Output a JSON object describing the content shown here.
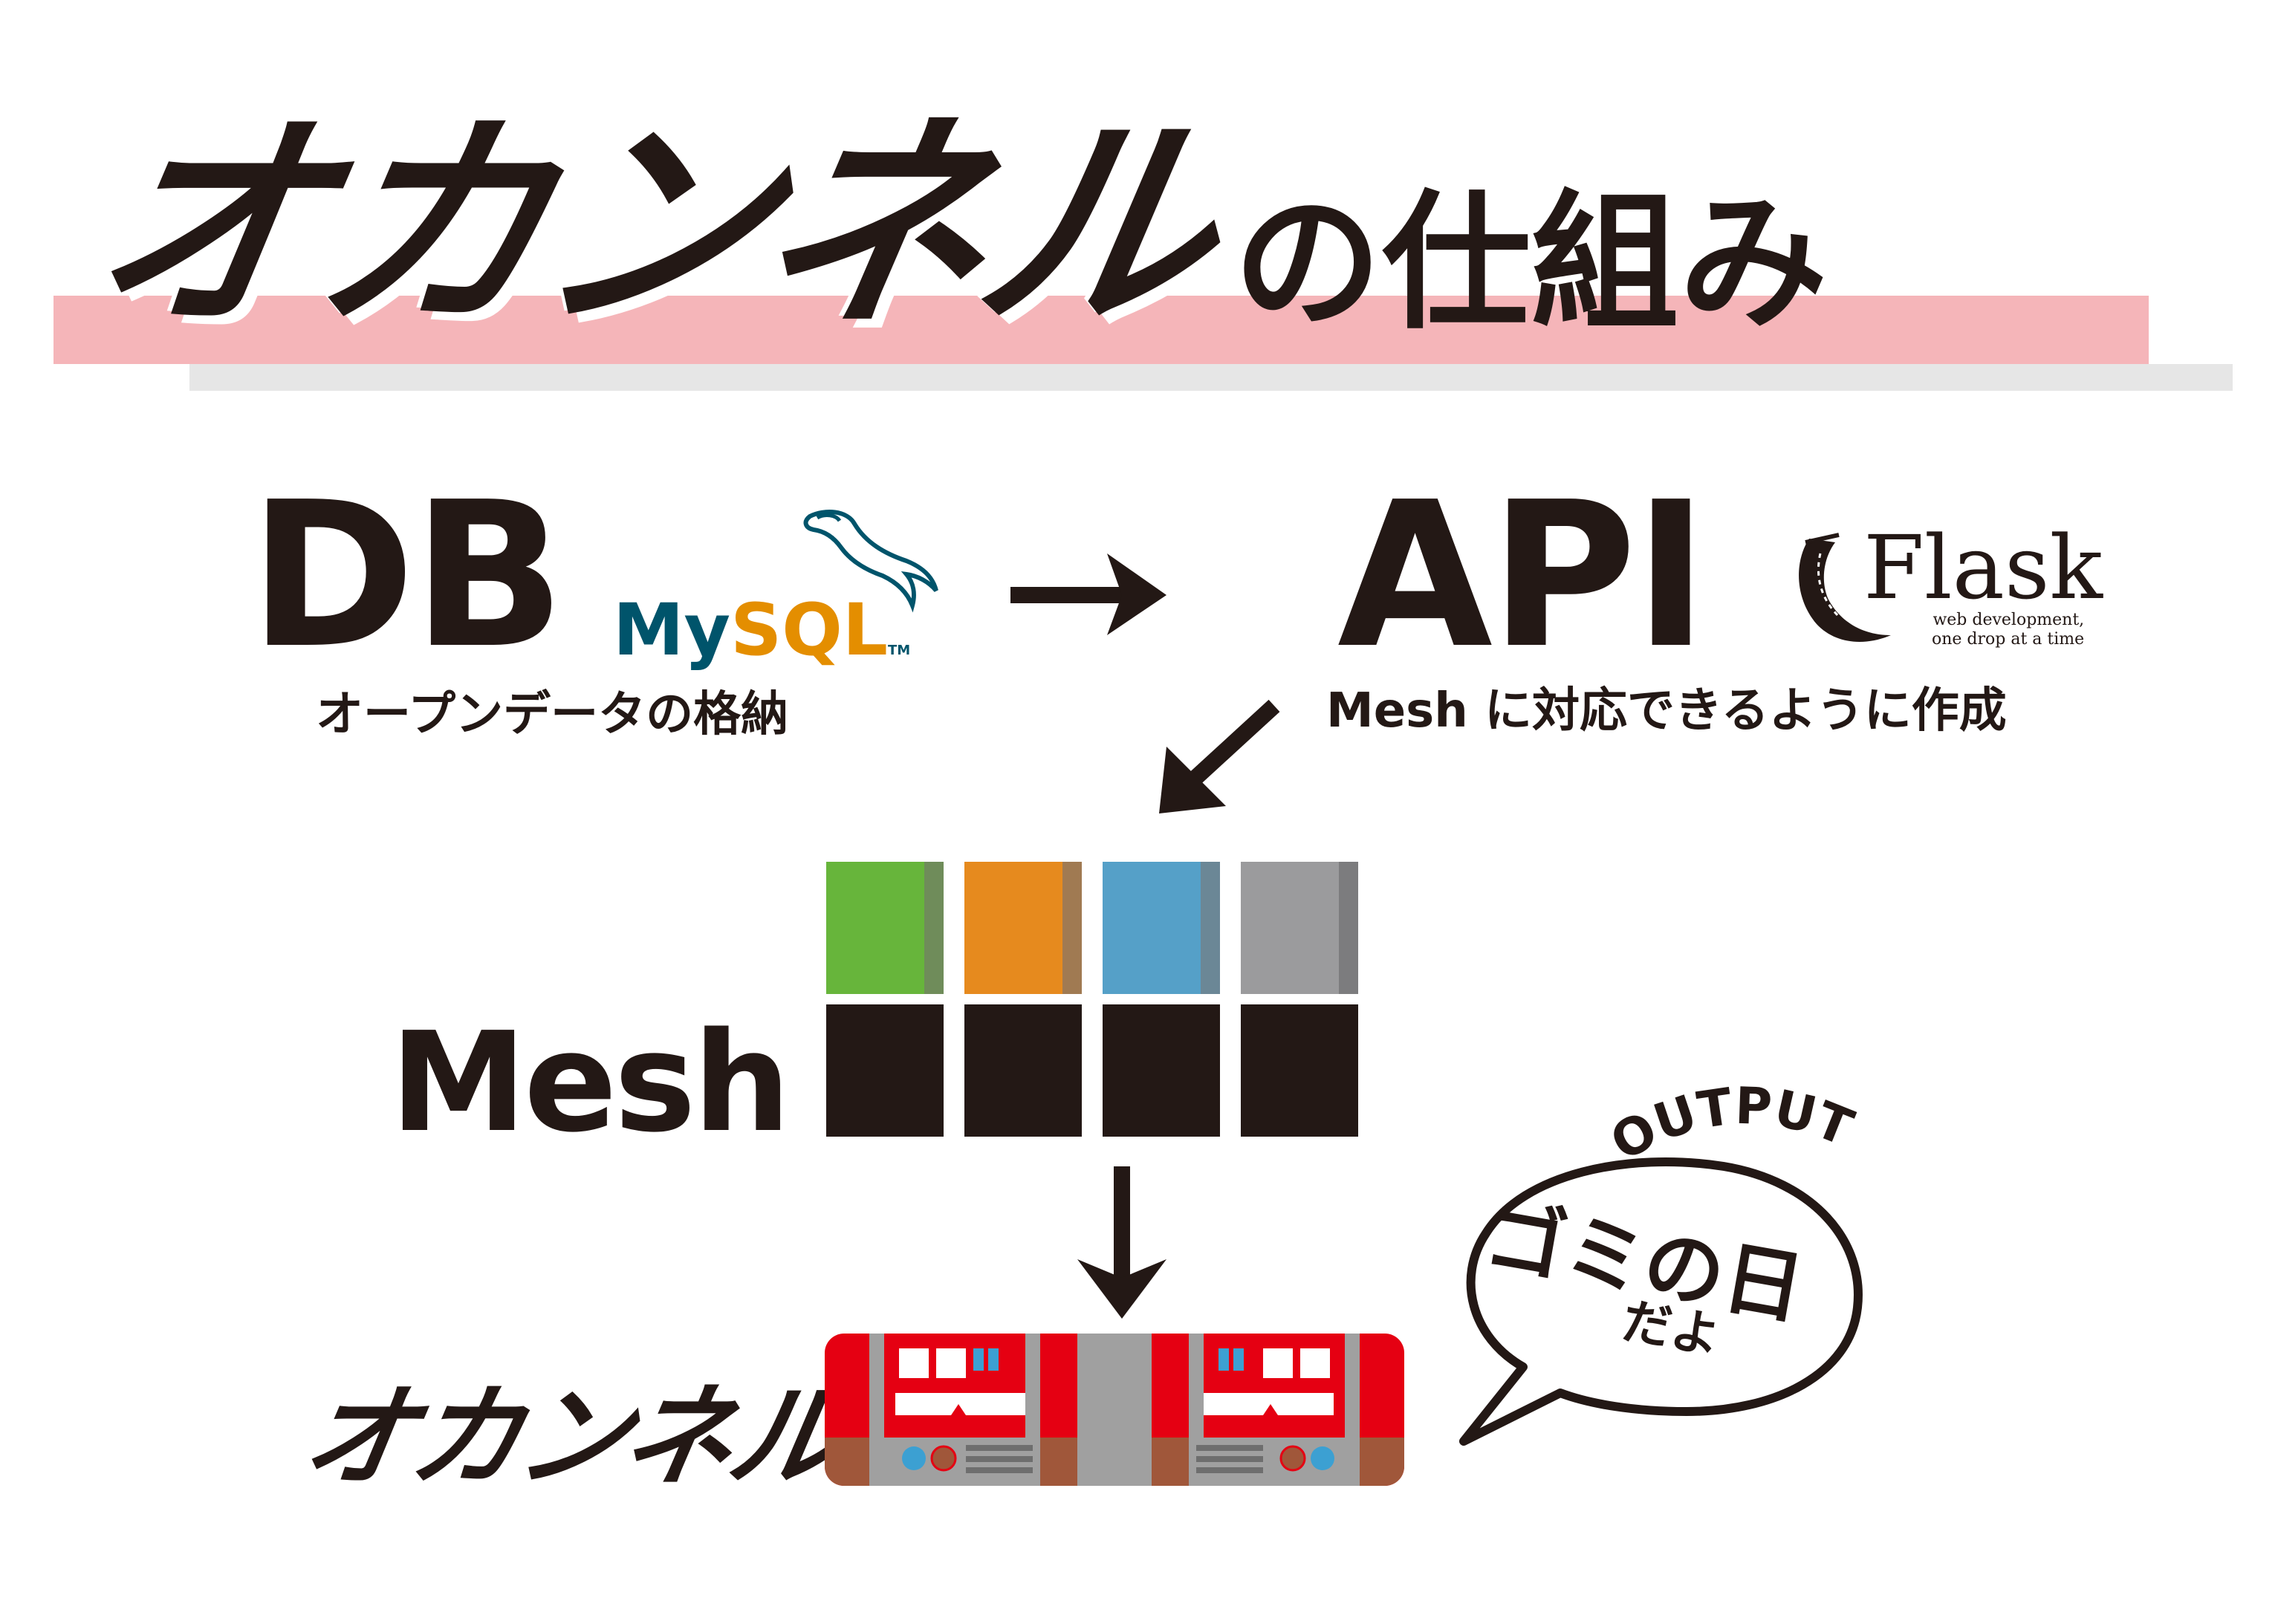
{
  "title": {
    "logo": "オカンネル",
    "suffix": "の仕組み"
  },
  "db": {
    "label": "DB",
    "caption": "オープンデータの格納",
    "logo": {
      "name": "MySQL",
      "part1": "My",
      "part2": "SQL",
      "tm": "TM",
      "icon": "dolphin-icon"
    }
  },
  "api": {
    "label": "API",
    "caption": "Mesh に対応できるように作成",
    "logo": {
      "name": "Flask",
      "tagline_1": "web development,",
      "tagline_2": "one drop at a time",
      "icon": "horn-icon"
    }
  },
  "mesh": {
    "label": "Mesh",
    "top_blocks": [
      {
        "color": "#67b53b",
        "stripe": "#6f8c5a"
      },
      {
        "color": "#e68a1e",
        "stripe": "#a07a52"
      },
      {
        "color": "#55a0c8",
        "stripe": "#6b8796"
      },
      {
        "color": "#9b9b9d",
        "stripe": "#7c7c7e"
      }
    ],
    "bottom_color": "#231815"
  },
  "output": {
    "heading": "OUTPUT",
    "bubble_main": "ゴミの日",
    "bubble_sub": "だよ"
  },
  "device": {
    "logo": "オカンネル",
    "colors": {
      "red": "#e50012",
      "gray": "#a0a0a0",
      "dark_gray": "#6e6e6e",
      "brown": "#a0573a",
      "blue": "#3ca0d2"
    }
  },
  "colors": {
    "ink": "#231815",
    "title_band_pink": "#f5b5b9",
    "title_band_gray": "#e6e6e6"
  }
}
